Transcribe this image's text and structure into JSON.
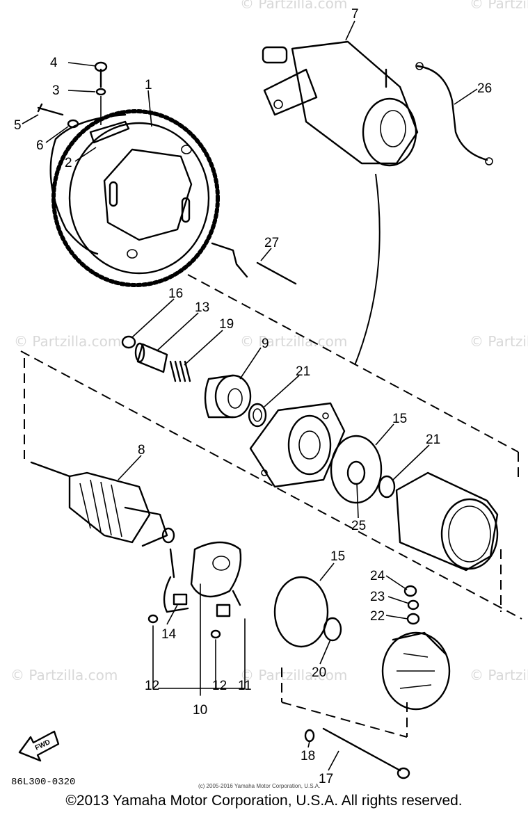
{
  "watermark": {
    "top_left": "© Partzilla.com",
    "mid_center": "© Partzilla.com",
    "mid_right": "© Partzilla.com",
    "bottom_left": "© Partzilla.com",
    "bottom_center": "© Partzilla.com",
    "bottom_right": "© Partzilla.com",
    "top_center": "© Partzilla.com",
    "top_right": "© Partzilla.com"
  },
  "callouts": {
    "p1": "1",
    "p2": "2",
    "p3": "3",
    "p4": "4",
    "p5": "5",
    "p6": "6",
    "p7": "7",
    "p8": "8",
    "p9": "9",
    "p10": "10",
    "p11": "11",
    "p12a": "12",
    "p12b": "12",
    "p13": "13",
    "p14": "14",
    "p15a": "15",
    "p15b": "15",
    "p16": "16",
    "p17": "17",
    "p18": "18",
    "p19": "19",
    "p20": "20",
    "p21a": "21",
    "p21b": "21",
    "p22": "22",
    "p23": "23",
    "p24": "24",
    "p25": "25",
    "p26": "26",
    "p27": "27"
  },
  "fwd_label": "FWD",
  "diagram_code": "86L300-0320",
  "small_copyright": "(c) 2005-2016 Yamaha Motor Corporation, U.S.A.",
  "footer_copyright": "©2013 Yamaha Motor Corporation, U.S.A. All rights reserved."
}
